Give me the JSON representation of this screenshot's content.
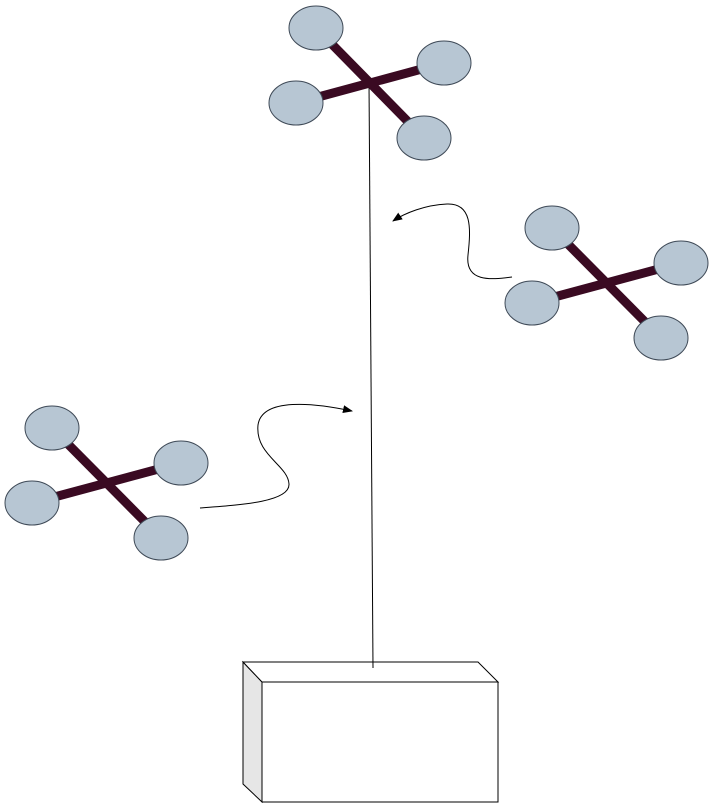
{
  "diagram": {
    "background": "#ffffff",
    "colors": {
      "arm": "#3a0a22",
      "rotor_fill": "#b7c6d3",
      "rotor_stroke": "#3f4a57",
      "line": "#000000",
      "box_front": "#ffffff",
      "box_side": "#e6e6e6",
      "box_top": "#ffffff"
    },
    "drones": [
      {
        "name": "tethered-drone",
        "tethered": true
      },
      {
        "name": "approaching-drone-right",
        "tethered": false
      },
      {
        "name": "approaching-drone-left",
        "tethered": false
      }
    ],
    "ground_station": {
      "name": "ground-station-box"
    },
    "arrows": [
      {
        "name": "approach-arrow-right",
        "from": "approaching-drone-right",
        "to": "tether"
      },
      {
        "name": "approach-arrow-left",
        "from": "approaching-drone-left",
        "to": "tether"
      }
    ]
  }
}
